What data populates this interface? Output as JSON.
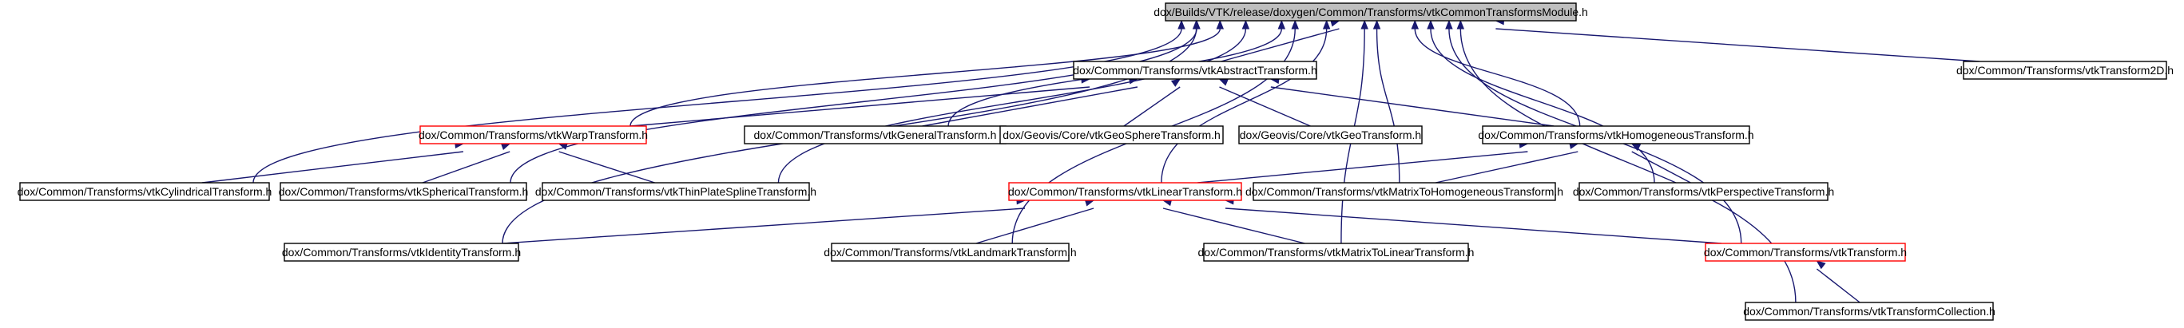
{
  "graph": {
    "nodes": [
      {
        "id": "root",
        "label": "dox/Builds/VTK/release/doxygen/Common/Transforms/vtkCommonTransformsModule.h",
        "style": "root"
      },
      {
        "id": "abstract",
        "label": "dox/Common/Transforms/vtkAbstractTransform.h",
        "style": "normal"
      },
      {
        "id": "t2d",
        "label": "dox/Common/Transforms/vtkTransform2D.h",
        "style": "normal"
      },
      {
        "id": "warp",
        "label": "dox/Common/Transforms/vtkWarpTransform.h",
        "style": "red"
      },
      {
        "id": "general",
        "label": "dox/Common/Transforms/vtkGeneralTransform.h",
        "style": "normal"
      },
      {
        "id": "geosphere",
        "label": "dox/Geovis/Core/vtkGeoSphereTransform.h",
        "style": "normal"
      },
      {
        "id": "geo",
        "label": "dox/Geovis/Core/vtkGeoTransform.h",
        "style": "normal"
      },
      {
        "id": "homog",
        "label": "dox/Common/Transforms/vtkHomogeneousTransform.h",
        "style": "normal"
      },
      {
        "id": "cyl",
        "label": "dox/Common/Transforms/vtkCylindricalTransform.h",
        "style": "normal"
      },
      {
        "id": "sph",
        "label": "dox/Common/Transforms/vtkSphericalTransform.h",
        "style": "normal"
      },
      {
        "id": "tps",
        "label": "dox/Common/Transforms/vtkThinPlateSplineTransform.h",
        "style": "normal"
      },
      {
        "id": "linear",
        "label": "dox/Common/Transforms/vtkLinearTransform.h",
        "style": "red"
      },
      {
        "id": "m2h",
        "label": "dox/Common/Transforms/vtkMatrixToHomogeneousTransform.h",
        "style": "normal"
      },
      {
        "id": "persp",
        "label": "dox/Common/Transforms/vtkPerspectiveTransform.h",
        "style": "normal"
      },
      {
        "id": "ident",
        "label": "dox/Common/Transforms/vtkIdentityTransform.h",
        "style": "normal"
      },
      {
        "id": "landmark",
        "label": "dox/Common/Transforms/vtkLandmarkTransform.h",
        "style": "normal"
      },
      {
        "id": "m2l",
        "label": "dox/Common/Transforms/vtkMatrixToLinearTransform.h",
        "style": "normal"
      },
      {
        "id": "transform",
        "label": "dox/Common/Transforms/vtkTransform.h",
        "style": "red"
      },
      {
        "id": "collection",
        "label": "dox/Common/Transforms/vtkTransformCollection.h",
        "style": "normal"
      }
    ],
    "edges": [
      {
        "from": "abstract",
        "to": "root"
      },
      {
        "from": "t2d",
        "to": "root"
      },
      {
        "from": "warp",
        "to": "root"
      },
      {
        "from": "general",
        "to": "root"
      },
      {
        "from": "homog",
        "to": "root"
      },
      {
        "from": "cyl",
        "to": "root"
      },
      {
        "from": "sph",
        "to": "root"
      },
      {
        "from": "tps",
        "to": "root"
      },
      {
        "from": "linear",
        "to": "root"
      },
      {
        "from": "m2h",
        "to": "root"
      },
      {
        "from": "persp",
        "to": "root"
      },
      {
        "from": "ident",
        "to": "root"
      },
      {
        "from": "landmark",
        "to": "root"
      },
      {
        "from": "m2l",
        "to": "root"
      },
      {
        "from": "transform",
        "to": "root"
      },
      {
        "from": "collection",
        "to": "root"
      },
      {
        "from": "warp",
        "to": "abstract"
      },
      {
        "from": "general",
        "to": "abstract"
      },
      {
        "from": "geosphere",
        "to": "abstract"
      },
      {
        "from": "geo",
        "to": "abstract"
      },
      {
        "from": "homog",
        "to": "abstract"
      },
      {
        "from": "cyl",
        "to": "warp"
      },
      {
        "from": "sph",
        "to": "warp"
      },
      {
        "from": "tps",
        "to": "warp"
      },
      {
        "from": "linear",
        "to": "homog"
      },
      {
        "from": "m2h",
        "to": "homog"
      },
      {
        "from": "persp",
        "to": "homog"
      },
      {
        "from": "ident",
        "to": "linear"
      },
      {
        "from": "landmark",
        "to": "linear"
      },
      {
        "from": "m2l",
        "to": "linear"
      },
      {
        "from": "transform",
        "to": "linear"
      },
      {
        "from": "collection",
        "to": "transform"
      }
    ]
  }
}
